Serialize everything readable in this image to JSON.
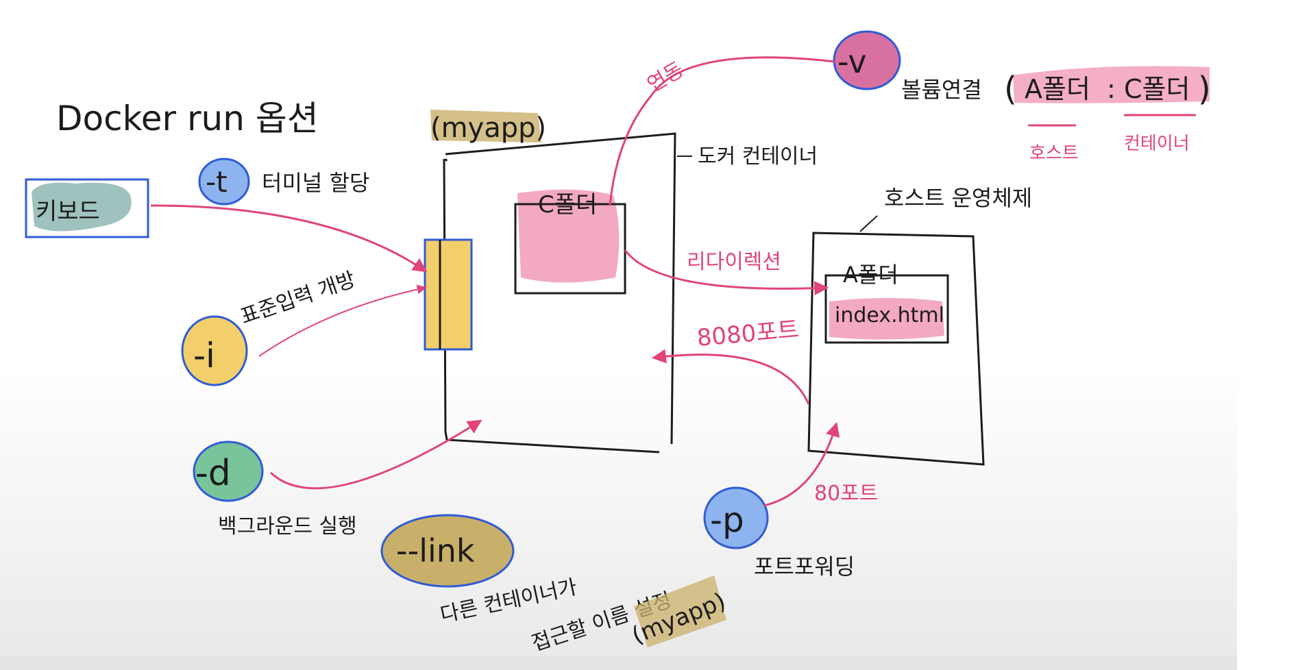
{
  "title": "Docker run 옵션",
  "labels": {
    "myapp_top": "(myapp)",
    "docker_container": "도커 컨테이너",
    "c_folder": "C폴더",
    "host_os": "호스트 운영체제",
    "a_folder": "A폴더",
    "index_file": "index.html",
    "keyboard": "키보드"
  },
  "options": {
    "t": {
      "flag": "-t",
      "desc": "터미널 할당"
    },
    "i": {
      "flag": "-i",
      "desc": "표준입력 개방"
    },
    "d": {
      "flag": "-d",
      "desc": "백그라운드 실행"
    },
    "link": {
      "flag": "--link",
      "desc_line1": "다른 컨테이너가",
      "desc_line2": "접근할 이름 설정",
      "name": "(myapp)"
    },
    "p": {
      "flag": "-p",
      "desc": "포트포워딩"
    },
    "v": {
      "flag": "-v",
      "desc": "볼륨연결",
      "mapping_a": "A폴더",
      "mapping_sep": ":",
      "mapping_c": "C폴더",
      "sub_host": "호스트",
      "sub_container": "컨테이너"
    }
  },
  "arrow_labels": {
    "connect": "연동",
    "redirect": "리다이렉션",
    "port_8080": "8080포트",
    "port_80": "80포트"
  },
  "colors": {
    "pink": "#e0447a",
    "pink_fill": "#f2a0bb",
    "blue": "#2f5bd6",
    "yellow": "#f2cf6a",
    "olive": "#c9b06a",
    "teal": "#8fb7b4",
    "green": "#79c49a",
    "light_blue": "#8eb4f0",
    "magenta": "#d870a0"
  }
}
